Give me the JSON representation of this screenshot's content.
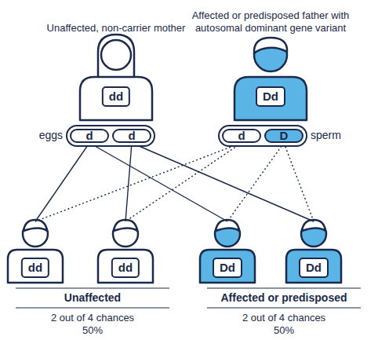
{
  "diagram": {
    "nodes": [
      {
        "text": [
          "Unaffected, non-carrier mother",
          "dd"
        ]
      },
      {
        "text": [
          "Affected or predisposed father with autosomal dominant gene variant",
          "Dd"
        ]
      },
      {
        "text": [
          "eggs"
        ]
      },
      {
        "text": [
          "d"
        ],
        "in": 2
      },
      {
        "text": [
          "d"
        ],
        "in": 2
      },
      {
        "text": [
          "sperm"
        ]
      },
      {
        "text": [
          "d"
        ],
        "in": 5
      },
      {
        "text": [
          "D"
        ],
        "in": 5
      },
      {
        "text": [
          "dd"
        ]
      },
      {
        "text": [
          "dd"
        ]
      },
      {
        "text": [
          "Dd"
        ]
      },
      {
        "text": [
          "Dd"
        ]
      }
    ],
    "edges": [
      {
        "from": 3,
        "to": 8,
        "arrow": "none"
      },
      {
        "from": 3,
        "to": 10,
        "arrow": "none"
      },
      {
        "from": 4,
        "to": 9,
        "arrow": "none"
      },
      {
        "from": 4,
        "to": 11,
        "arrow": "none"
      },
      {
        "from": 6,
        "to": 8,
        "arrow": "none"
      },
      {
        "from": 6,
        "to": 9,
        "arrow": "none"
      },
      {
        "from": 7,
        "to": 10,
        "arrow": "none"
      },
      {
        "from": 7,
        "to": 11,
        "arrow": "none"
      }
    ],
    "labels": [
      "Unaffected",
      "2 out of 4 chances",
      "50%",
      "Affected or predisposed",
      "2 out of 4 chances",
      "50%"
    ]
  }
}
